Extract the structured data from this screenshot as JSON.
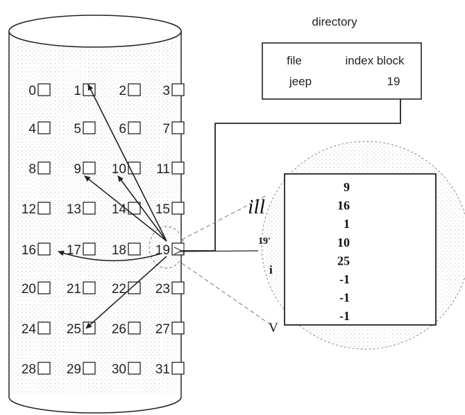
{
  "directory": {
    "title": "directory",
    "header_file": "file",
    "header_index": "index block",
    "row_file": "jeep",
    "row_index": "19"
  },
  "disk": {
    "blocks": [
      "0",
      "1",
      "2",
      "3",
      "4",
      "5",
      "6",
      "7",
      "8",
      "9",
      "10",
      "11",
      "12",
      "13",
      "14",
      "15",
      "16",
      "17",
      "18",
      "19",
      "20",
      "21",
      "22",
      "23",
      "24",
      "25",
      "26",
      "27",
      "28",
      "29",
      "30",
      "31"
    ]
  },
  "index_block": {
    "entries": [
      "9",
      "16",
      "1",
      "10",
      "25",
      "-1",
      "-1",
      "-1"
    ]
  },
  "scan_artifacts": {
    "a": "ill",
    "b": "19'",
    "c": "i",
    "d": "V"
  },
  "colors": {
    "ink": "#222222",
    "stipple": "#bfbfbf"
  }
}
